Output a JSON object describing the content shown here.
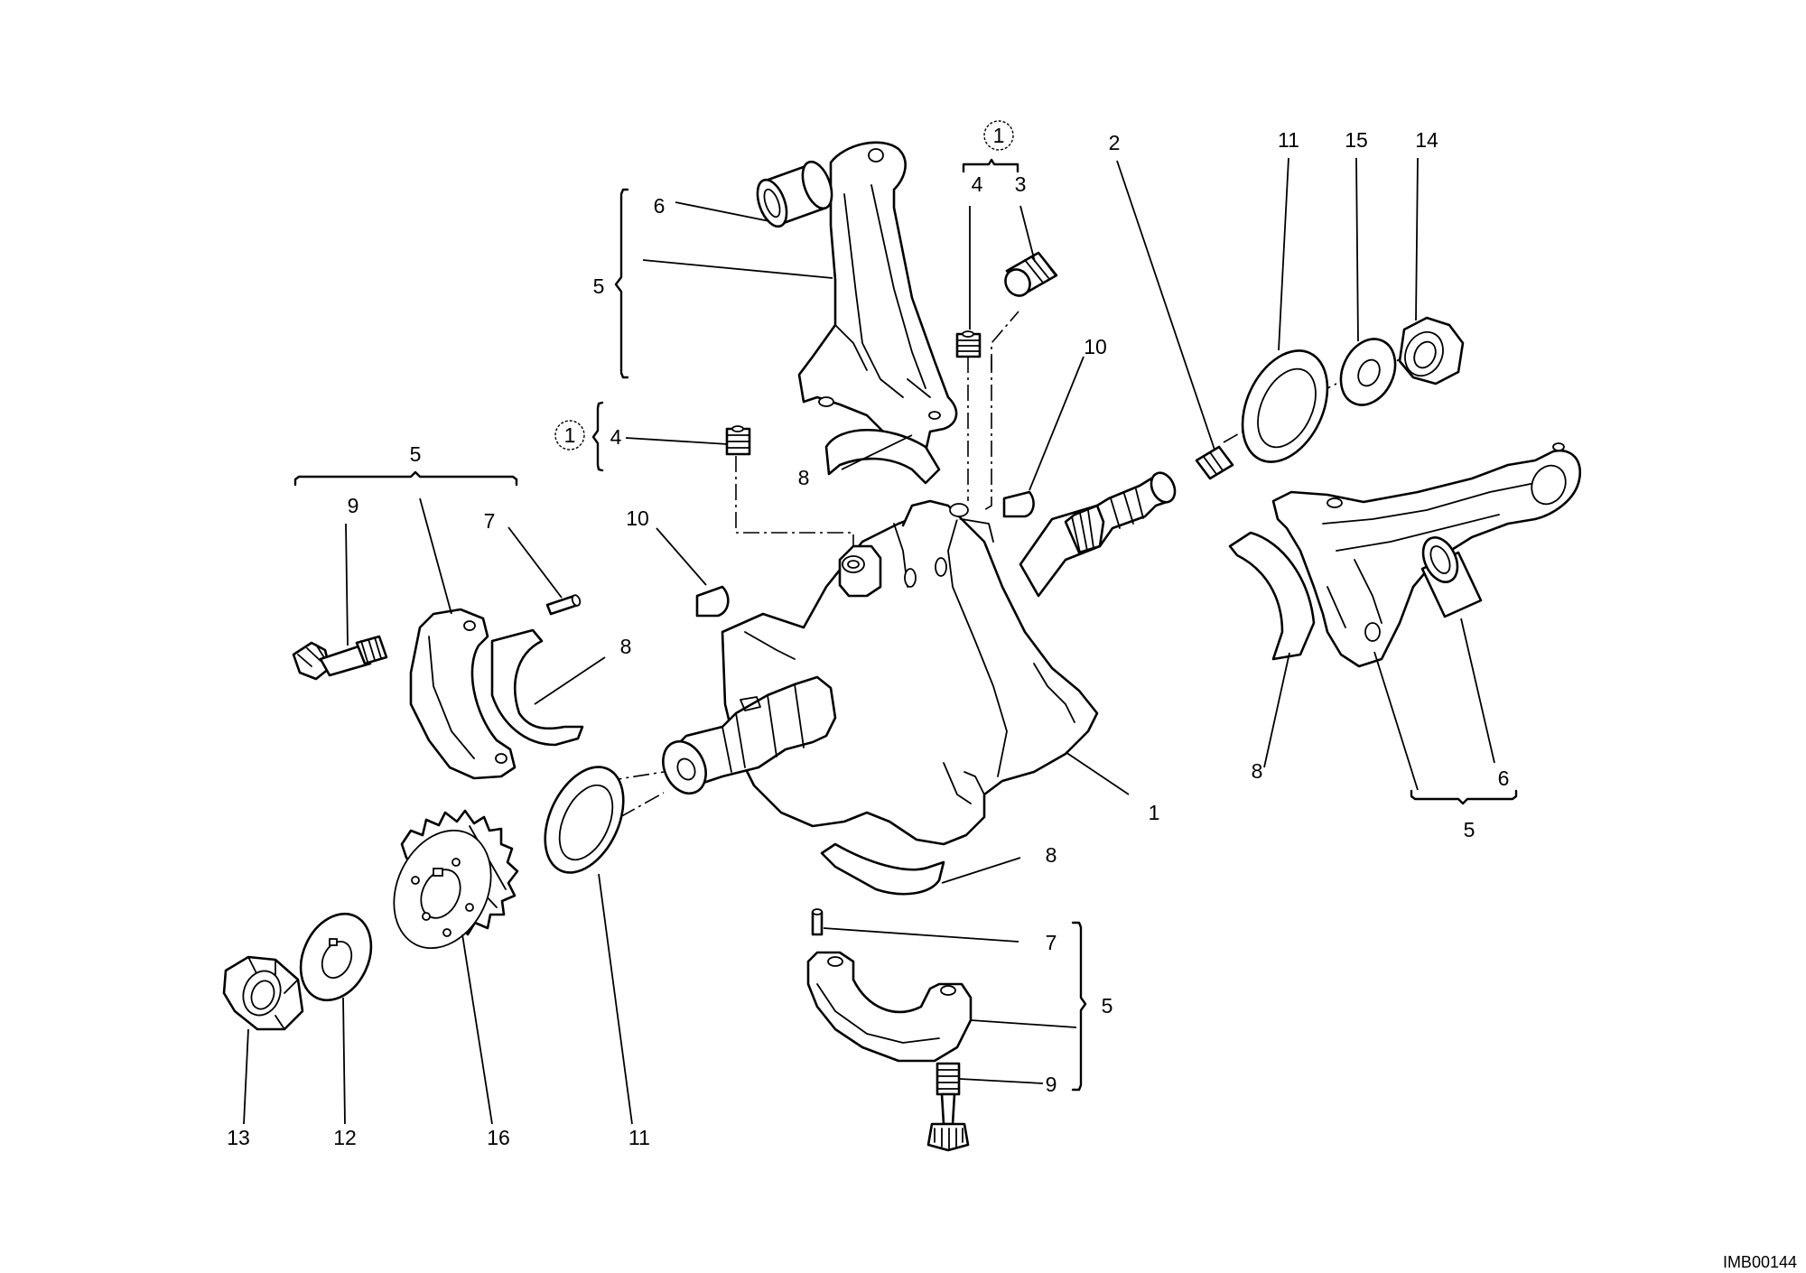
{
  "diagram": {
    "image_code": "IMB00144",
    "labels": {
      "crankshaft": "1",
      "plug_2": "2",
      "plug_3": "3",
      "plug_4_top": "4",
      "plug_4_left": "4",
      "badge_top": "1",
      "badge_left": "1",
      "rod_top_group": "5",
      "rod_top_bushing": "6",
      "rod_top_shell": "8",
      "key_top": "10",
      "key_left": "10",
      "left_group": "5",
      "left_bolt": "9",
      "left_pin": "7",
      "left_shell": "8",
      "right_washer": "11",
      "right_washer_15": "15",
      "right_nut_14": "14",
      "right_shell": "8",
      "right_rod_group": "5",
      "right_bushing": "6",
      "right_group_bottom": "5",
      "bottom_shell": "8",
      "bottom_pin": "7",
      "bottom_group": "5",
      "bottom_bolt": "9",
      "nut_13": "13",
      "washer_12": "12",
      "gear_16": "16",
      "washer_11_bottom": "11"
    }
  }
}
